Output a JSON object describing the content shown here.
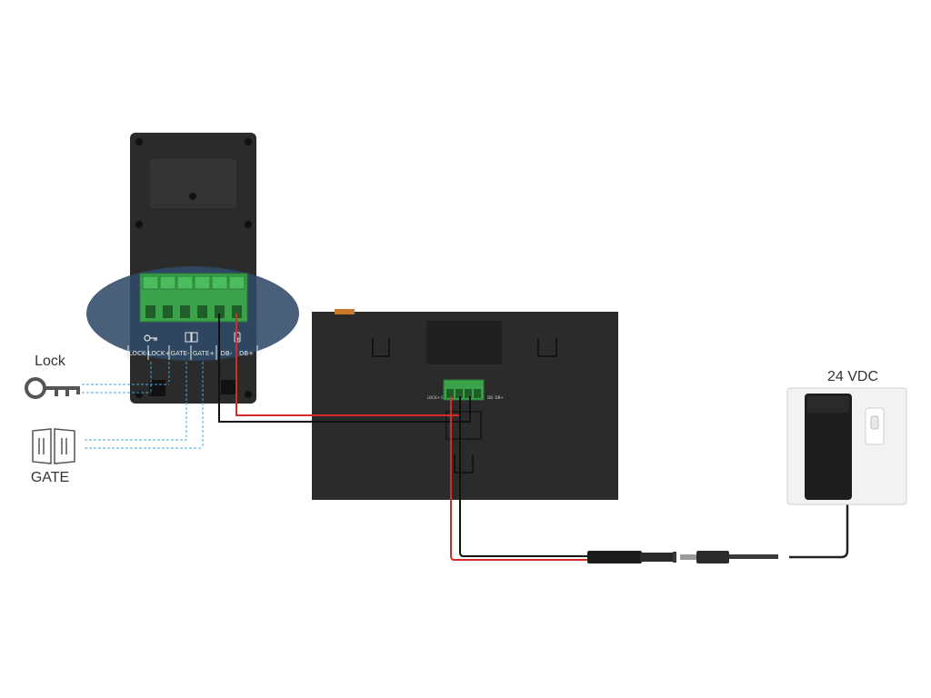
{
  "labels": {
    "lock": "Lock",
    "gate": "GATE",
    "power": "24 VDC"
  },
  "terminals": [
    "LOCK-",
    "LOCK+",
    "GATE-",
    "GATE+",
    "DB-",
    "DB+"
  ],
  "icons": {
    "lock": "key-icon",
    "gate": "gate-doors-icon",
    "terminal_lock": "key-icon",
    "terminal_gate": "gate-icon",
    "terminal_doorbell": "doorbell-icon"
  },
  "colors": {
    "background": "#ffffff",
    "device": "#2b2b2b",
    "terminal_block": "#3aa34a",
    "zoom_highlight": "#2f4a66",
    "wire_positive": "#d62b2b",
    "wire_negative": "#111111",
    "dashed_lines": "#4aa3d6",
    "label_text": "#333333"
  }
}
